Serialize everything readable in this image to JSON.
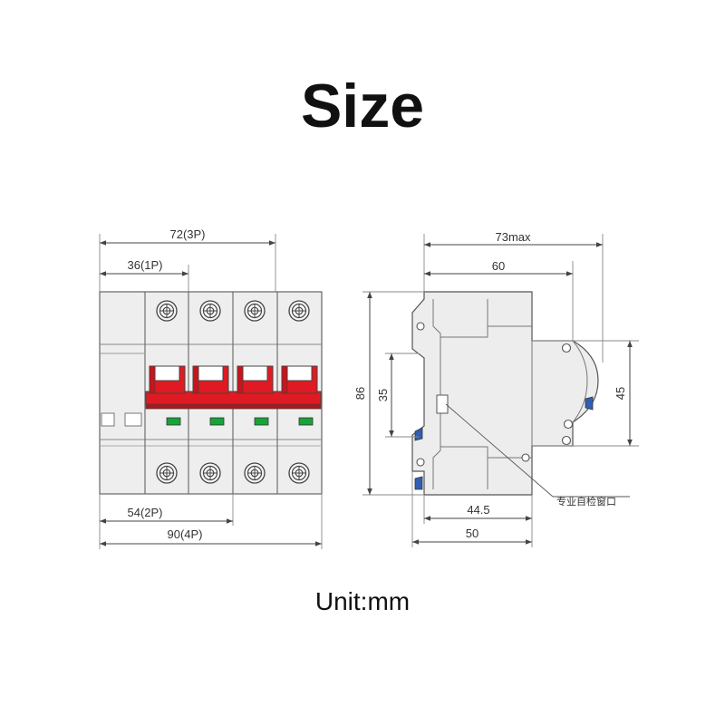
{
  "title": "Size",
  "unit": "Unit:mm",
  "front_view": {
    "dims": {
      "w3p": "72(3P)",
      "w1p": "36(1P)",
      "w2p": "54(2P)",
      "w4p": "90(4P)"
    }
  },
  "side_view": {
    "dims": {
      "max_depth": "73max",
      "depth60": "60",
      "height86": "86",
      "rail35": "35",
      "height45": "45",
      "depth445": "44.5",
      "depth50": "50"
    },
    "callout": "专业自检窗口"
  },
  "colors": {
    "handle": "#e01a22",
    "indicator": "#17a33a",
    "body": "#eeeeee",
    "outline": "#555555",
    "clip": "#2f5fb0"
  }
}
